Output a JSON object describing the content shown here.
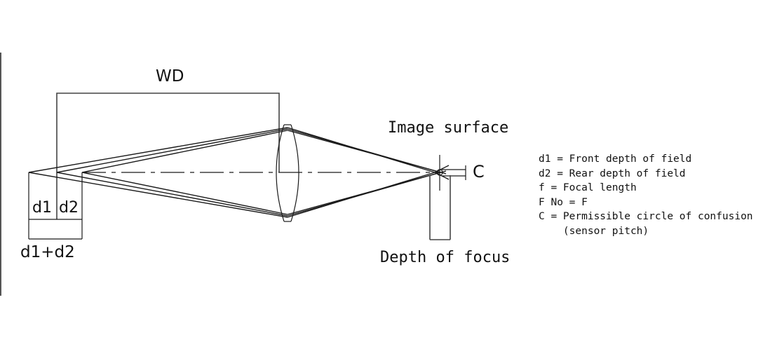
{
  "diagram": {
    "title_labels": {
      "working_distance": "WD",
      "front_depth": "d1",
      "rear_depth": "d2",
      "total_depth": "d1+d2",
      "image_surface": "Image surface",
      "depth_of_focus": "Depth of focus",
      "circle_of_confusion": "C"
    },
    "legend": [
      {
        "symbol": "d1",
        "text": "d1 = Front depth of field"
      },
      {
        "symbol": "d2",
        "text": "d2 = Rear depth of field"
      },
      {
        "symbol": "f",
        "text": "f = Focal length"
      },
      {
        "symbol": "F No",
        "text": "F No = F"
      },
      {
        "symbol": "C",
        "text": "C = Permissible circle of confusion"
      },
      {
        "symbol": "",
        "text": "    (sensor pitch)"
      }
    ],
    "colors": {
      "line": "#1a1a1a",
      "frame": "#555555",
      "background": "#ffffff"
    }
  }
}
